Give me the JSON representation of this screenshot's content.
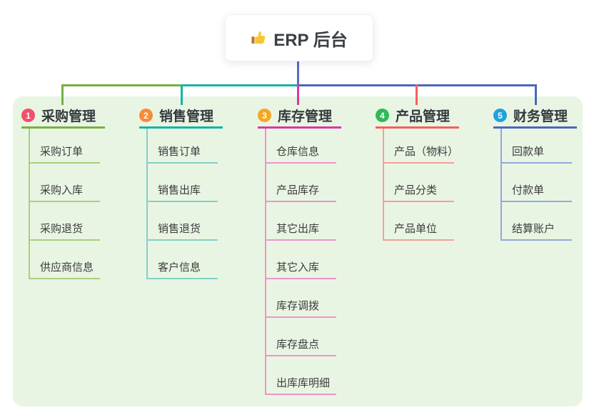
{
  "root": {
    "title": "ERP 后台",
    "icon": "thumbs-up-icon"
  },
  "palette": {
    "canvas_bg": "#ffffff",
    "panel_bg": "#e9f5e3",
    "card_bg": "#ffffff",
    "text_dark": "#35393e",
    "text_child": "#3c3c3c",
    "root_connector": "#5c68c8"
  },
  "branches": [
    {
      "index": "1",
      "title": "采购管理",
      "badge_color": "#f14f6b",
      "line_color": "#76b043",
      "light_color": "#aacf7f",
      "children": [
        "采购订单",
        "采购入库",
        "采购退货",
        "供应商信息"
      ]
    },
    {
      "index": "2",
      "title": "销售管理",
      "badge_color": "#f78a3c",
      "line_color": "#17b3a6",
      "light_color": "#82d0c8",
      "children": [
        "销售订单",
        "销售出库",
        "销售退货",
        "客户信息"
      ]
    },
    {
      "index": "3",
      "title": "库存管理",
      "badge_color": "#f5a726",
      "line_color": "#d9399f",
      "light_color": "#ef93c9",
      "children": [
        "仓库信息",
        "产品库存",
        "其它出库",
        "其它入库",
        "库存调拨",
        "库存盘点",
        "出库库明细"
      ]
    },
    {
      "index": "4",
      "title": "产品管理",
      "badge_color": "#2eba58",
      "line_color": "#f75e5e",
      "light_color": "#f79d9d",
      "children": [
        "产品（物料）",
        "产品分类",
        "产品单位"
      ]
    },
    {
      "index": "5",
      "title": "财务管理",
      "badge_color": "#21a2dc",
      "line_color": "#4a67c0",
      "light_color": "#93a9de",
      "children": [
        "回款单",
        "付款单",
        "结算账户"
      ]
    }
  ]
}
